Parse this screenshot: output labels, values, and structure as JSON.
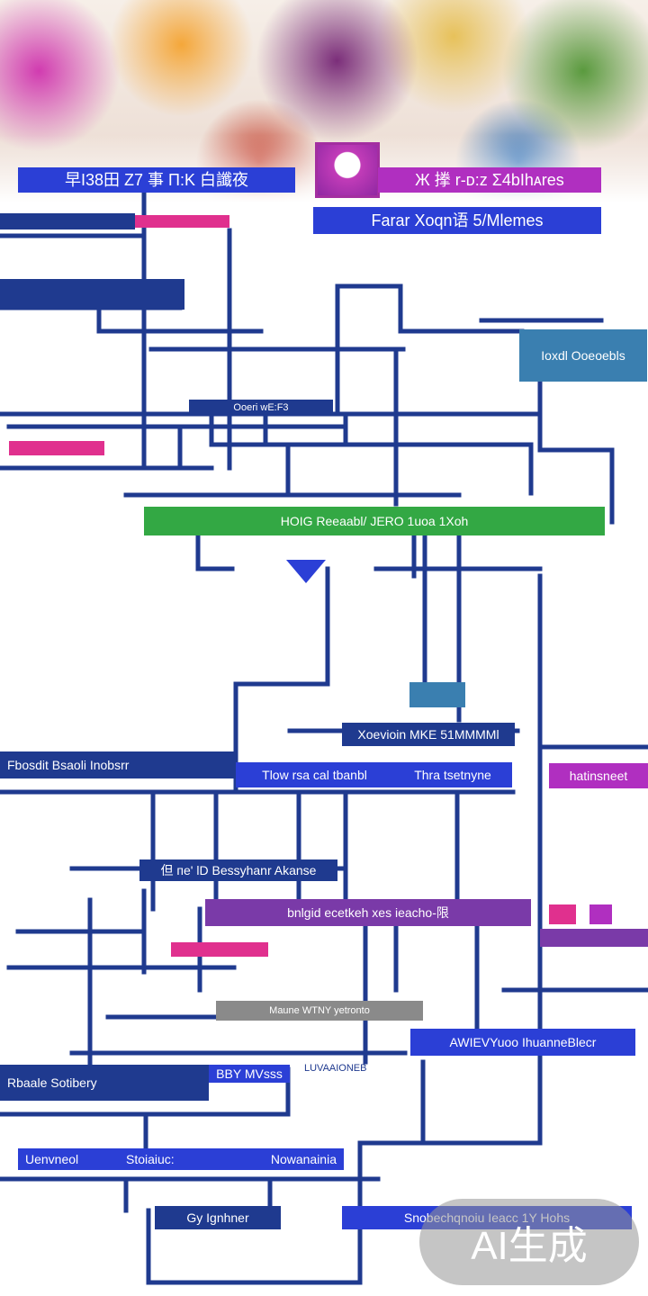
{
  "header": {
    "left_title": "早I38田 Z7 事 П:Κ 白讖夜",
    "right_title": "Ж 搼 r-ᴅ:ᴢ Σ4bIhᴀres",
    "subtitle": "Farar Xoqn语 5/Mlemes"
  },
  "nodes": {
    "top_right": "Ioxdl Ooeoebls",
    "bar_left_a": "Ooeri wE:F3",
    "bar_green": "HOIG Reeaabl/ JERO 1uoa  1Xoh",
    "midright": "Xoevioin MKE 51MMMMl",
    "row_left": "Fbosdit Bsaoli Inobsrr",
    "row_center": "Tlow rsa cal tbanbl",
    "row_right_a": "Thra tsetnyne",
    "row_right_b": "hatinsneet",
    "ank": "但 пe' lD Bessyhanr Akanse",
    "purple_bar": "bnlgid ecetkeh  xes ieacho-限",
    "gray_row": "Maune WTNY yetronto",
    "right_blue": "AWIEVYuoo IhuanneBlecr",
    "small_blue": "BBY MVsss",
    "stat_text": "LUVAAIONEB",
    "left_story": "Rbaale Sotibery",
    "bottom_left": "Uenvneol",
    "bottom_mid": "Stoiaiuc:",
    "bottom_right": "Nowanainia",
    "last_left": "Gy Ignhner",
    "last_right": "Snobechqnoiu Ieacc 1Y  Hohs"
  },
  "watermark": "AI生成",
  "colors": {
    "line": "#1f3a8f",
    "navy": "#1f3a8f",
    "royal": "#2b3fd6",
    "pink": "#e0308e",
    "green": "#33a844",
    "purple": "#7a3aa8"
  }
}
